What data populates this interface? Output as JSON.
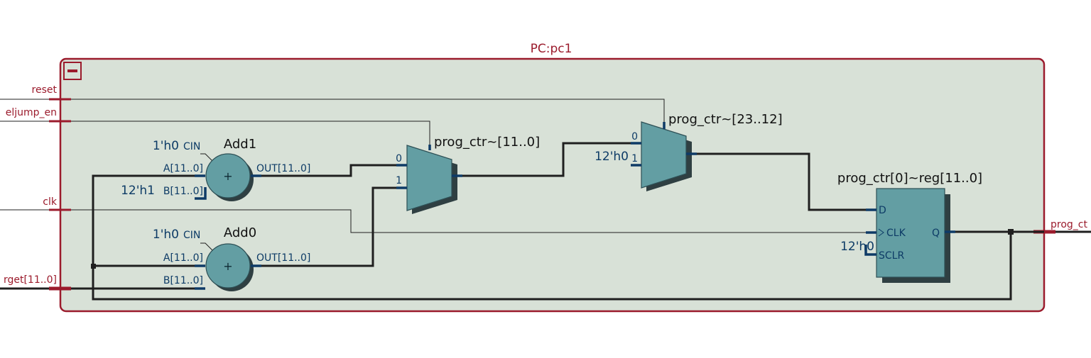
{
  "module": {
    "title": "PC:pc1",
    "collapse_button": "collapse"
  },
  "ports": {
    "reset": "reset",
    "reljump_en": "eljump_en",
    "clk": "clk",
    "target": "rget[11..0]",
    "prog_ctr_out": "prog_ct"
  },
  "add1": {
    "title": "Add1",
    "cin_const": "1'h0",
    "cin": "CIN",
    "a": "A[11..0]",
    "b_const": "12'h1",
    "b": "B[11..0]",
    "out": "OUT[11..0]",
    "symbol": "+"
  },
  "add0": {
    "title": "Add0",
    "cin_const": "1'h0",
    "cin": "CIN",
    "a": "A[11..0]",
    "b": "B[11..0]",
    "out": "OUT[11..0]",
    "symbol": "+"
  },
  "mux1": {
    "title": "prog_ctr~[11..0]",
    "in0": "0",
    "in1": "1"
  },
  "mux2": {
    "title": "prog_ctr~[23..12]",
    "in0": "0",
    "in1": "1",
    "in1_const": "12'h0"
  },
  "reg": {
    "title": "prog_ctr[0]~reg[11..0]",
    "d": "D",
    "clk": "CLK",
    "sclr": "SCLR",
    "sclr_const": "12'h0",
    "q": "Q"
  },
  "colors": {
    "module_border": "#9b1b2c",
    "module_fill": "#d8e1d7",
    "block_fill": "#639ea3",
    "pin_text": "#0d3b66"
  }
}
